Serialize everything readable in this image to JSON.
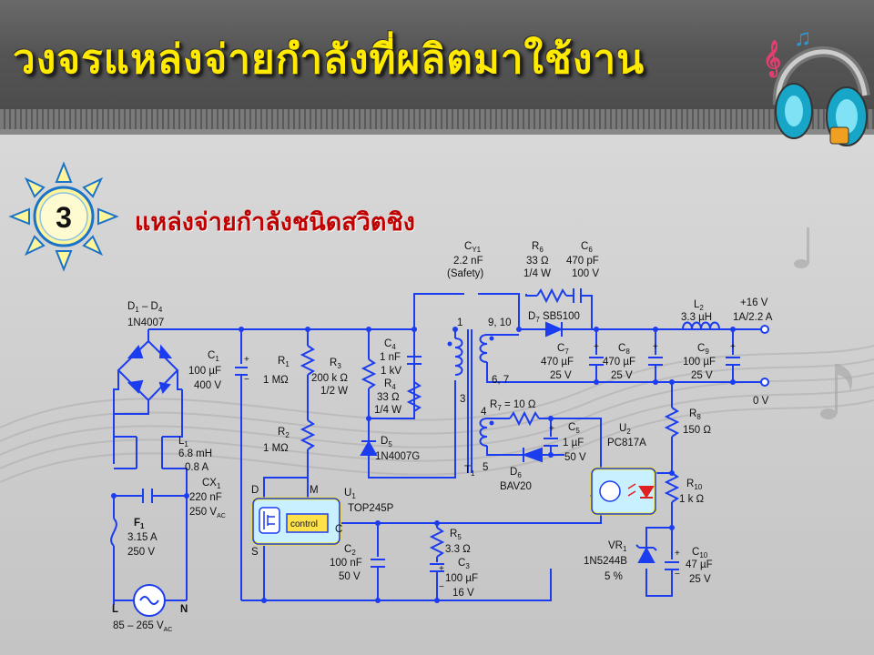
{
  "slide": {
    "title": "วงจรแหล่งจ่ายกำลังที่ผลิตมาใช้งาน",
    "section_number": "3",
    "subtitle": "แหล่งจ่ายกำลังชนิดสวิตชิง"
  },
  "colors": {
    "title": "#ffea00",
    "subtitle": "#c00000",
    "circuit": "#1c3cf0",
    "badge_ring": "#1a73c8",
    "badge_fill": "#fff59a"
  },
  "icons": [
    "sun-badge-icon",
    "headphones-music-icon",
    "music-note-icon"
  ],
  "circuit": {
    "d1d4": "D",
    "d1d4_sub1": "1",
    "d1d4_dash": " – D",
    "d1d4_sub4": "4",
    "d1d4_part": "1N4007",
    "c1": "C",
    "c1_sub": "1",
    "c1_val": "100 µF",
    "c1_v": "400 V",
    "l1": "L",
    "l1_sub": "1",
    "l1_val": "6.8 mH",
    "l1_a": "0.8 A",
    "cx1": "CX",
    "cx1_sub": "1",
    "cx1_val": "220 nF",
    "cx1_v": "250 V",
    "cx1_vsub": "AC",
    "f1": "F",
    "f1_sub": "1",
    "f1_val": "3.15 A",
    "f1_v": "250 V",
    "ac_l": "L",
    "ac_n": "N",
    "ac_range": "85 – 265 V",
    "ac_range_sub": "AC",
    "r1": "R",
    "r1_sub": "1",
    "r1_val": "1 MΩ",
    "r2": "R",
    "r2_sub": "2",
    "r2_val": "1 MΩ",
    "r3": "R",
    "r3_sub": "3",
    "r3_val": "200 k Ω",
    "r3_w": "1/2 W",
    "c4": "C",
    "c4_sub": "4",
    "c4_val": "1 nF",
    "c4_v": "1 kV",
    "r4": "R",
    "r4_sub": "4",
    "r4_val": "33 Ω",
    "r4_w": "1/4 W",
    "d5": "D",
    "d5_sub": "5",
    "d5_part": "1N4007G",
    "u1": "U",
    "u1_sub": "1",
    "u1_part": "TOP245P",
    "u1_d": "D",
    "u1_m": "M",
    "u1_c": "C",
    "u1_s": "S",
    "u1_control": "control",
    "c2": "C",
    "c2_sub": "2",
    "c2_val": "100 nF",
    "c2_v": "50 V",
    "r5": "R",
    "r5_sub": "5",
    "r5_val": "3.3 Ω",
    "c3": "C",
    "c3_sub": "3",
    "c3_val": "100 µF",
    "c3_v": "16 V",
    "cy1": "C",
    "cy1_sub": "Y1",
    "cy1_val": "2.2 nF",
    "cy1_note": "(Safety)",
    "r6": "R",
    "r6_sub": "6",
    "r6_val": "33 Ω",
    "r6_w": "1/4 W",
    "c6": "C",
    "c6_sub": "6",
    "c6_val": "470 pF",
    "c6_v": "100 V",
    "d7": "D",
    "d7_sub": "7",
    "d7_part": "SB5100",
    "c7": "C",
    "c7_sub": "7",
    "c7_val": "470 µF",
    "c7_v": "25 V",
    "c8": "C",
    "c8_sub": "8",
    "c8_val": "470 µF",
    "c8_v": "25 V",
    "l2": "L",
    "l2_sub": "2",
    "l2_val": "3.3 µH",
    "c9": "C",
    "c9_sub": "9",
    "c9_val": "100 µF",
    "c9_v": "25 V",
    "out_pos": "+16 V",
    "out_pos_a": "1A/2.2 A",
    "out_zero": "0 V",
    "t_pin1": "1",
    "t_pin3": "3",
    "t_pin910": "9, 10",
    "t_pin67": "6, 7",
    "t_pin4": "4",
    "t_pin5": "5",
    "t1": "T",
    "t1_sub": "1",
    "r7": "R",
    "r7_sub": "7",
    "r7_val": " = 10 Ω",
    "c5": "C",
    "c5_sub": "5",
    "c5_val": "1 µF",
    "c5_v": "50 V",
    "d6": "D",
    "d6_sub": "6",
    "d6_part": "BAV20",
    "u2": "U",
    "u2_sub": "2",
    "u2_part": "PC817A",
    "r8": "R",
    "r8_sub": "8",
    "r8_val": "150 Ω",
    "r10": "R",
    "r10_sub": "10",
    "r10_val": "1 k Ω",
    "vr1": "VR",
    "vr1_sub": "1",
    "vr1_part": "1N5244B",
    "vr1_tol": "5 %",
    "c10": "C",
    "c10_sub": "10",
    "c10_val": "47 µF",
    "c10_v": "25 V",
    "plus": "+",
    "minus": "−"
  }
}
